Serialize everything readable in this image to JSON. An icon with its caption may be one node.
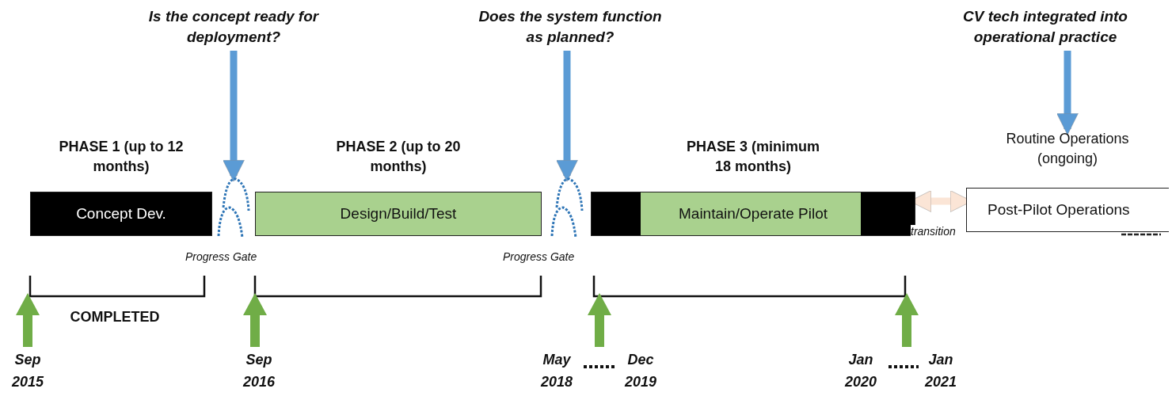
{
  "diagram": {
    "nodes": [
      {
        "text": [
          "Is the concept ready for deployment?"
        ]
      },
      {
        "text": [
          "Does the system function as planned?"
        ]
      },
      {
        "text": [
          "CV tech integrated into operational practice"
        ]
      },
      {
        "text": [
          "PHASE 1 (up to 12 months)",
          "Concept Dev."
        ]
      },
      {
        "text": [],
        "shape": "arch",
        "beside": [
          "Progress Gate"
        ]
      },
      {
        "text": [
          "PHASE 2 (up to 20 months)",
          "Design/Build/Test"
        ]
      },
      {
        "text": [],
        "shape": "arch",
        "beside": [
          "Progress Gate"
        ]
      },
      {
        "text": [
          "PHASE 3 (minimum 18 months)",
          "Maintain/Operate Pilot"
        ]
      },
      {
        "text": [
          "Routine Operations (ongoing)",
          "Post-Pilot Operations"
        ]
      }
    ],
    "edges": [
      {
        "from": 0,
        "to": 4,
        "arrow": "to"
      },
      {
        "from": 1,
        "to": 6,
        "arrow": "to"
      },
      {
        "from": 2,
        "to": 8,
        "arrow": "to"
      },
      {
        "from": 7,
        "to": 8,
        "arrow": "both",
        "label": "transition",
        "color": "#fbe5d6"
      }
    ],
    "labels": [
      "COMPLETED",
      "Sep 2015",
      "Sep 2016",
      "May 2018",
      "Dec 2019",
      "Jan 2020",
      "Jan 2021"
    ]
  }
}
